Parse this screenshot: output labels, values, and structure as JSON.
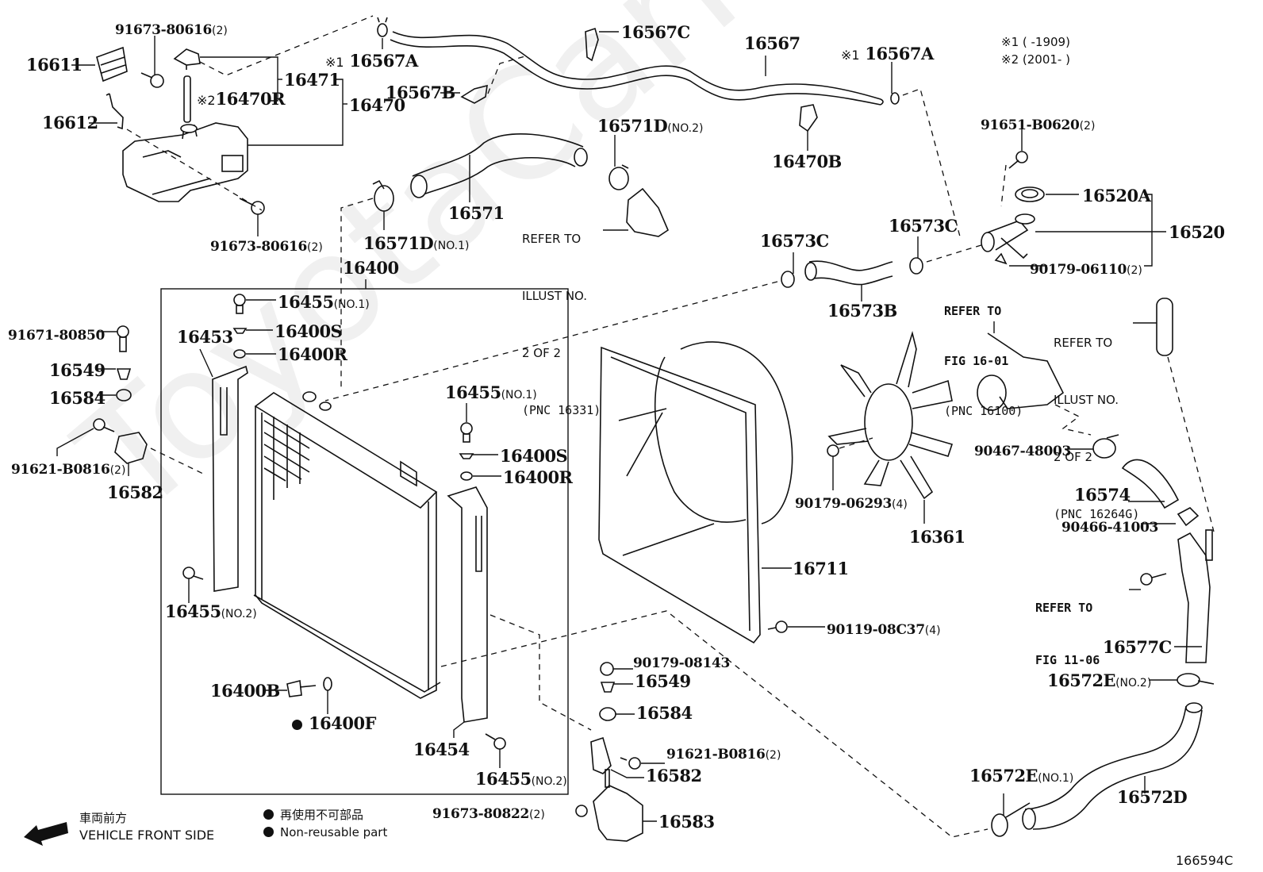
{
  "watermark": "ToyotaCarMine.ru",
  "figure_id": "166594C",
  "notes": {
    "n1": "※1 (       -1909)",
    "n2": "※2 (2001-        )"
  },
  "legend": {
    "front_jp": "車両前方",
    "front_en": "VEHICLE FRONT SIDE",
    "nonreuse_jp": "再使用不可部品",
    "nonreuse_en": "Non-reusable part"
  },
  "refs": {
    "thermostat": [
      "REFER TO",
      "ILLUST NO.",
      "2 OF 2",
      "(PNC 16331)"
    ],
    "fig1601": [
      "REFER TO",
      "FIG 16-01",
      "(PNC 16100)"
    ],
    "illust16264g": [
      "REFER TO",
      "ILLUST NO.",
      "2 OF 2",
      "(PNC 16264G)"
    ],
    "fig1106": [
      "REFER TO",
      "FIG 11-06"
    ]
  },
  "labels": {
    "p91673_80616_top": {
      "num": "91673-80616",
      "sub": "(2)"
    },
    "p16611": {
      "num": "16611"
    },
    "p16612": {
      "num": "16612"
    },
    "p16471": {
      "num": "16471"
    },
    "p16470R": {
      "mark": "※2",
      "num": "16470R"
    },
    "p16470": {
      "num": "16470"
    },
    "p16567A_left": {
      "mark": "※1",
      "num": "16567A"
    },
    "p91673_80616_bot": {
      "num": "91673-80616",
      "sub": "(2)"
    },
    "p16567B": {
      "num": "16567B"
    },
    "p16567C": {
      "num": "16567C"
    },
    "p16567": {
      "num": "16567"
    },
    "p16567A_right": {
      "mark": "※1",
      "num": "16567A"
    },
    "p16470B": {
      "num": "16470B"
    },
    "p16571D_no2": {
      "num": "16571D",
      "sub": "(NO.2)"
    },
    "p16571": {
      "num": "16571"
    },
    "p16571D_no1": {
      "num": "16571D",
      "sub": "(NO.1)"
    },
    "p91651_B0620": {
      "num": "91651-B0620",
      "sub": "(2)"
    },
    "p16520A": {
      "num": "16520A"
    },
    "p16520": {
      "num": "16520"
    },
    "p90179_06110": {
      "num": "90179-06110",
      "sub": "(2)"
    },
    "p16573C_left": {
      "num": "16573C"
    },
    "p16573C_right": {
      "num": "16573C"
    },
    "p16573B": {
      "num": "16573B"
    },
    "p16400": {
      "num": "16400"
    },
    "p16455_no1_top": {
      "num": "16455",
      "sub": "(NO.1)"
    },
    "p16400S_top": {
      "num": "16400S"
    },
    "p16400R_top": {
      "num": "16400R"
    },
    "p16453": {
      "num": "16453"
    },
    "p91671_80850": {
      "num": "91671-80850"
    },
    "p16549_left": {
      "num": "16549"
    },
    "p16584_left": {
      "num": "16584"
    },
    "p91621_B0816_left": {
      "num": "91621-B0816",
      "sub": "(2)"
    },
    "p16582_left": {
      "num": "16582"
    },
    "p16455_no1_mid": {
      "num": "16455",
      "sub": "(NO.1)"
    },
    "p16400S_mid": {
      "num": "16400S"
    },
    "p16400R_mid": {
      "num": "16400R"
    },
    "p16455_no2_left": {
      "num": "16455",
      "sub": "(NO.2)"
    },
    "p16400B": {
      "num": "16400B"
    },
    "p16400F": {
      "num": "16400F",
      "nonreusable": true
    },
    "p16454": {
      "num": "16454"
    },
    "p16455_no2_right": {
      "num": "16455",
      "sub": "(NO.2)"
    },
    "p16711": {
      "num": "16711"
    },
    "p90179_06293": {
      "num": "90179-06293",
      "sub": "(4)"
    },
    "p16361": {
      "num": "16361"
    },
    "p90119_08C37": {
      "num": "90119-08C37",
      "sub": "(4)"
    },
    "p90179_08143": {
      "num": "90179-08143"
    },
    "p16549_right": {
      "num": "16549"
    },
    "p16584_right": {
      "num": "16584"
    },
    "p91621_B0816_right": {
      "num": "91621-B0816",
      "sub": "(2)"
    },
    "p16582_right": {
      "num": "16582"
    },
    "p91673_80822": {
      "num": "91673-80822",
      "sub": "(2)"
    },
    "p16583": {
      "num": "16583"
    },
    "p90467_48003": {
      "num": "90467-48003"
    },
    "p16574": {
      "num": "16574"
    },
    "p90466_41003": {
      "num": "90466-41003"
    },
    "p16577C": {
      "num": "16577C"
    },
    "p16572E_no2": {
      "num": "16572E",
      "sub": "(NO.2)"
    },
    "p16572E_no1": {
      "num": "16572E",
      "sub": "(NO.1)"
    },
    "p16572D": {
      "num": "16572D"
    }
  }
}
